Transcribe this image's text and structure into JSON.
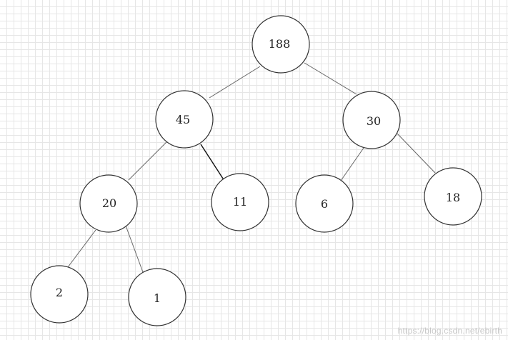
{
  "nodes": [
    {
      "id": "n188",
      "label": "188"
    },
    {
      "id": "n45",
      "label": "45"
    },
    {
      "id": "n30",
      "label": "30"
    },
    {
      "id": "n20",
      "label": "20"
    },
    {
      "id": "n11",
      "label": "11"
    },
    {
      "id": "n6",
      "label": "6"
    },
    {
      "id": "n18",
      "label": "18"
    },
    {
      "id": "n2",
      "label": "2"
    },
    {
      "id": "n1",
      "label": "1"
    }
  ],
  "edges": [
    {
      "from": "n188",
      "to": "n45"
    },
    {
      "from": "n188",
      "to": "n30"
    },
    {
      "from": "n45",
      "to": "n20"
    },
    {
      "from": "n45",
      "to": "n11"
    },
    {
      "from": "n30",
      "to": "n6"
    },
    {
      "from": "n30",
      "to": "n18"
    },
    {
      "from": "n20",
      "to": "n2"
    },
    {
      "from": "n20",
      "to": "n1"
    }
  ],
  "watermark": "https://blog.csdn.net/ebirth"
}
